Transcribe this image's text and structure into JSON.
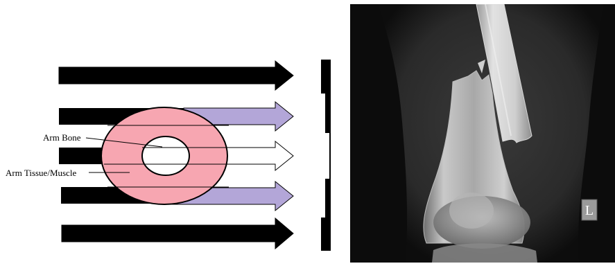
{
  "diagram": {
    "labels": {
      "bone": "Arm Bone",
      "tissue": "Arm Tissue/Muscle"
    },
    "colors": {
      "beam": "#000000",
      "attenuated_beam": "#b3a6d8",
      "unattenuated_beam": "#ffffff",
      "tissue": "#f7a6b1",
      "bone": "#ffffff"
    }
  },
  "xray": {
    "side_marker": "L",
    "colors": {
      "background": "#0c0c0c",
      "marker_bg": "#9a9a9a"
    }
  }
}
